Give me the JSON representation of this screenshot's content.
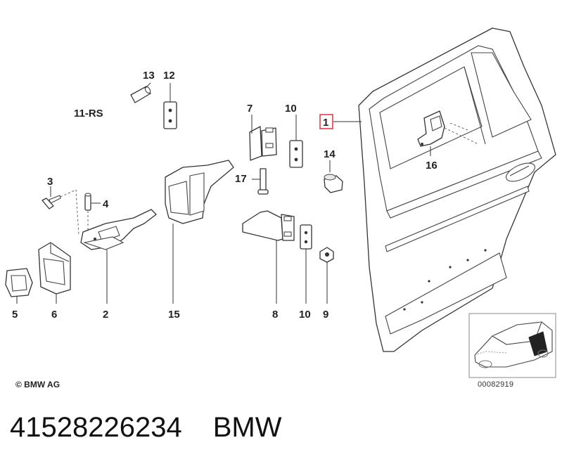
{
  "callouts": {
    "p1": "1",
    "p2": "2",
    "p3": "3",
    "p4": "4",
    "p5": "5",
    "p6": "6",
    "p7": "7",
    "p8": "8",
    "p9": "9",
    "p10a": "10",
    "p10b": "10",
    "p11": "11-RS",
    "p12": "12",
    "p13": "13",
    "p14": "14",
    "p15": "15",
    "p16": "16",
    "p17": "17"
  },
  "copyright": "© BMW AG",
  "diagram_number": "00082919",
  "footer": {
    "part_number": "41528226234",
    "brand": "BMW"
  },
  "colors": {
    "highlight_box": "#d9333a",
    "line": "#333333"
  }
}
